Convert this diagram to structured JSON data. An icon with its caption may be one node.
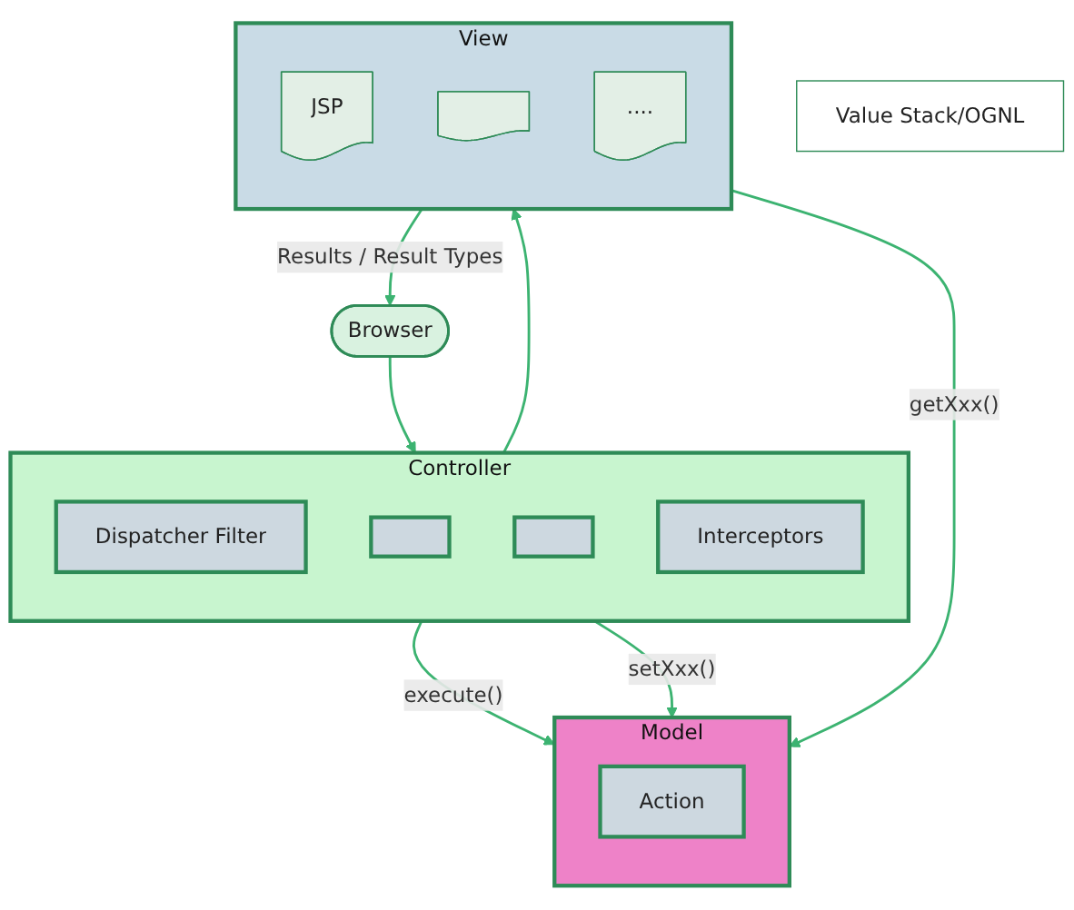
{
  "diagram": {
    "nodes": [
      {
        "text": [
          "Browser"
        ]
      },
      {
        "text": [
          "Controller"
        ]
      },
      {
        "text": [
          "Dispatcher Filter"
        ],
        "in": 1
      },
      {
        "text": [],
        "shape": "box",
        "in": 1
      },
      {
        "text": [],
        "shape": "box",
        "in": 1
      },
      {
        "text": [
          "Interceptors"
        ],
        "in": 1
      },
      {
        "text": [
          "View"
        ]
      },
      {
        "text": [
          "JSP"
        ],
        "in": 6
      },
      {
        "text": [],
        "shape": "document",
        "in": 6
      },
      {
        "text": [
          "...."
        ],
        "in": 6
      },
      {
        "text": [
          "Model"
        ]
      },
      {
        "text": [
          "Action"
        ],
        "in": 10
      },
      {
        "text": [
          "Value Stack/OGNL"
        ]
      }
    ],
    "edges": [
      {
        "from": 0,
        "to": 1,
        "arrow": "to"
      },
      {
        "from": 1,
        "to": 6,
        "arrow": "to"
      },
      {
        "from": 6,
        "to": 0,
        "arrow": "to",
        "label": "Results / Result Types"
      },
      {
        "from": 1,
        "to": 10,
        "arrow": "to",
        "label": "execute()"
      },
      {
        "from": 1,
        "to": 10,
        "arrow": "to",
        "label": "setXxx()"
      },
      {
        "from": 6,
        "to": 10,
        "arrow": "to",
        "label": "getXxx()"
      }
    ]
  }
}
